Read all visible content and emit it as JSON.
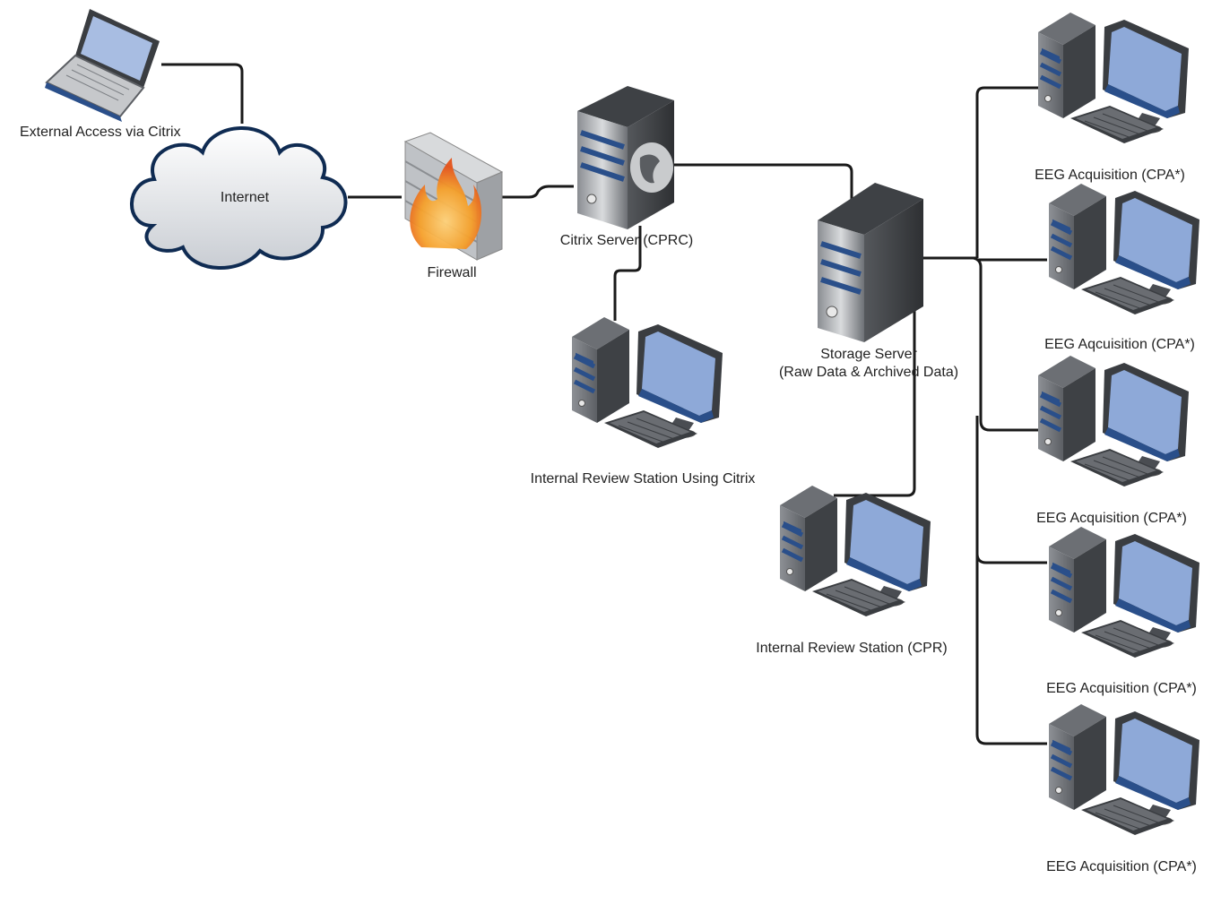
{
  "nodes": {
    "laptop": {
      "label": "External Access via Citrix",
      "icon": "laptop-icon"
    },
    "internet": {
      "label": "Internet",
      "icon": "cloud-icon"
    },
    "firewall": {
      "label": "Firewall",
      "icon": "firewall-icon"
    },
    "citrix_server": {
      "label": "Citrix Server (CPRC)",
      "icon": "server-globe-icon"
    },
    "storage_server": {
      "label_line1": "Storage Server",
      "label_line2": "(Raw Data & Archived Data)",
      "icon": "server-icon"
    },
    "review_citrix": {
      "label": "Internal Review Station Using Citrix",
      "icon": "workstation-icon"
    },
    "review_cpr": {
      "label": "Internal Review Station (CPR)",
      "icon": "workstation-icon"
    },
    "eeg": [
      {
        "label": "EEG Acquisition (CPA*)",
        "icon": "workstation-icon"
      },
      {
        "label": "EEG Aqcuisition (CPA*)",
        "icon": "workstation-icon"
      },
      {
        "label": "EEG Acquisition (CPA*)",
        "icon": "workstation-icon"
      },
      {
        "label": "EEG Acquisition (CPA*)",
        "icon": "workstation-icon"
      },
      {
        "label": "EEG Acquisition (CPA*)",
        "icon": "workstation-icon"
      }
    ]
  },
  "colors": {
    "line": "#1a1a1a",
    "cloud_outline": "#0f2b52",
    "screen_blue": "#8ea9d8",
    "tower_dark": "#4a4d52",
    "stripe_blue": "#2a4f8a",
    "flame": "#f07a1e"
  }
}
